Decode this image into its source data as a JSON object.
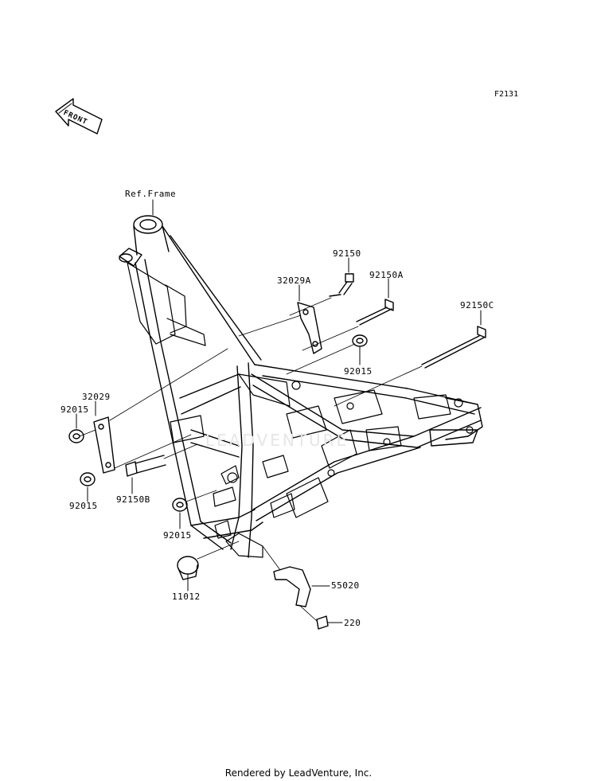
{
  "header": {
    "figure_code": "F2131",
    "front_label": "FRONT"
  },
  "watermark": "LEADVENTURE",
  "labels": {
    "ref_frame": "Ref.Frame",
    "p92150": "92150",
    "p32029A": "32029A",
    "p92150A": "92150A",
    "p92150C": "92150C",
    "p92015_upper": "92015",
    "p32029": "32029",
    "p92015_left": "92015",
    "p92015_lower": "92015",
    "p92150B": "92150B",
    "p92015_mid": "92015",
    "p11012": "11012",
    "p55020": "55020",
    "p220": "220"
  },
  "footer": {
    "credit": "Rendered by LeadVenture, Inc."
  }
}
